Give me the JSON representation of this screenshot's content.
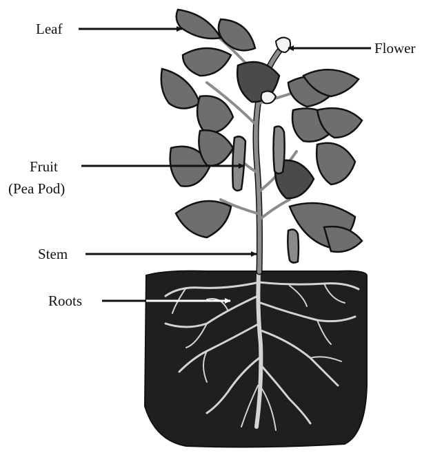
{
  "labels": {
    "leaf": "Leaf",
    "flower": "Flower",
    "fruit_line1": "Fruit",
    "fruit_line2": "(Pea Pod)",
    "stem": "Stem",
    "roots": "Roots"
  },
  "colors": {
    "soil": "#1f1f1f",
    "leaf": "#6e6e6e",
    "leaf_dark": "#4a4a4a",
    "outline": "#111111",
    "stem": "#8c8c8c",
    "root": "#d4d4d4",
    "flower": "#f4f4f4",
    "arrow": "#111111",
    "roots_arrow": "#ffffff"
  }
}
